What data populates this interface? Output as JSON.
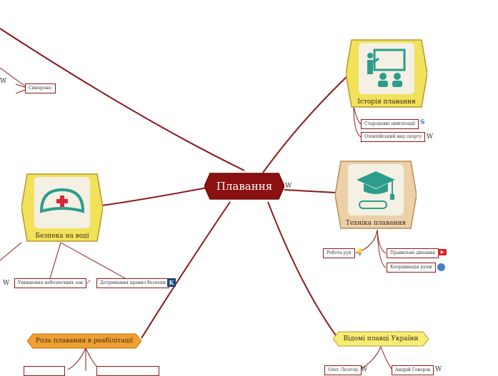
{
  "central": {
    "label": "Плавання"
  },
  "topics": {
    "history": {
      "label": "Історія плавання"
    },
    "technique": {
      "label": "Техніка плавання"
    },
    "safety": {
      "label": "Безпека на воді"
    },
    "rehab": {
      "label": "Роль плавання в реабілітації"
    },
    "famous": {
      "label": "Відомі плавці України"
    }
  },
  "subtopics": {
    "ancient": "Стародавні цивілізації",
    "olympic": "Олімпійський вид спорту",
    "arms": "Робота рук",
    "breathing": "Правильне дихання",
    "coordination": "Координація рухів",
    "avoid_danger": "Уникнення небезпечних зон",
    "rules": "Дотримання правил безпеки",
    "synchro": "Синхроніс",
    "oleg": "Олег Лісогор",
    "andriy": "Андрій Говоров"
  },
  "icons": {
    "wikipedia": "W",
    "skype": "S",
    "khan": "K",
    "youtube": "▶",
    "bulb": "💡"
  }
}
